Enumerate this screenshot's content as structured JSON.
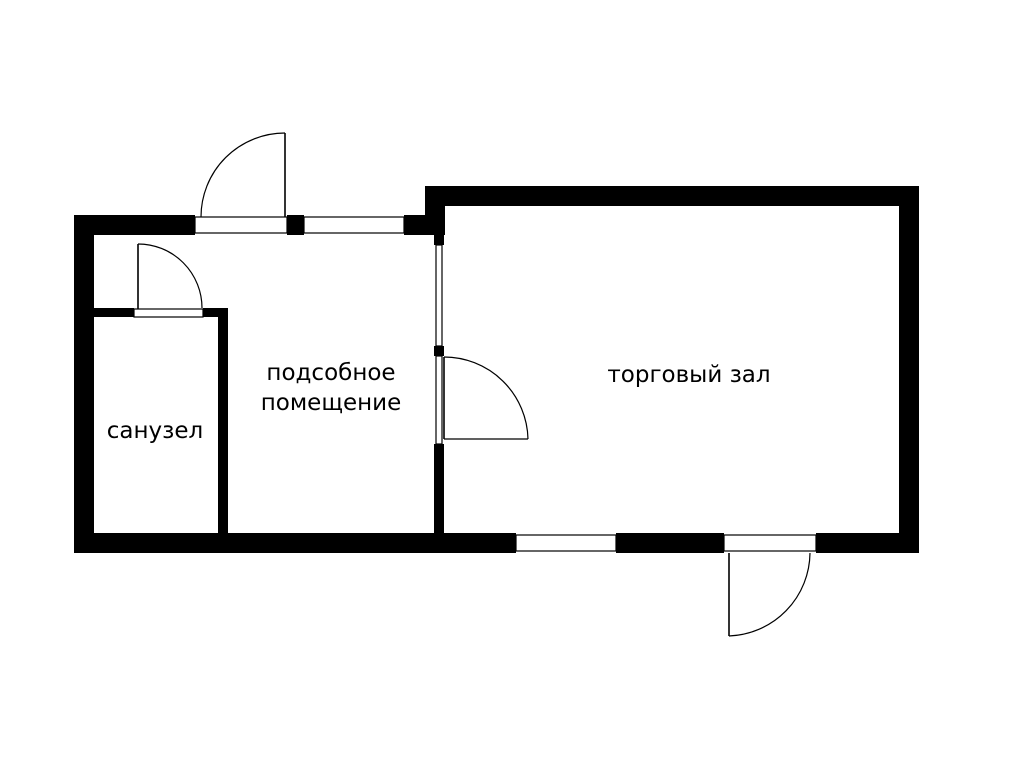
{
  "rooms": {
    "sales_hall": "торговый зал",
    "utility_line1": "подсобное",
    "utility_line2": "помещение",
    "bathroom": "санузел"
  },
  "colors": {
    "wall": "#000000",
    "background": "#ffffff"
  }
}
